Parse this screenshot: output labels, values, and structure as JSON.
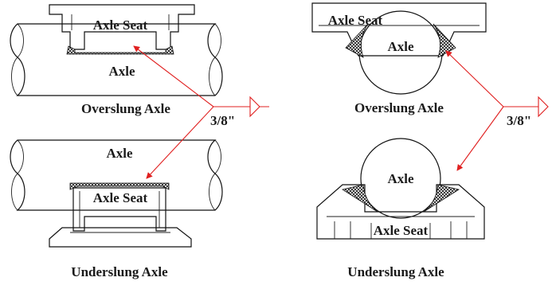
{
  "colors": {
    "reference_line": "#e02020",
    "outline": "#111111",
    "background": "#ffffff"
  },
  "left_panel": {
    "top": {
      "seat_label": "Axle Seat",
      "axle_label": "Axle",
      "caption": "Overslung Axle"
    },
    "bottom": {
      "axle_label": "Axle",
      "seat_label": "Axle Seat",
      "caption": "Underslung Axle"
    },
    "weld_size": "3/8\""
  },
  "right_panel": {
    "top": {
      "seat_label": "Axle Seat",
      "axle_label": "Axle",
      "caption": "Overslung Axle"
    },
    "bottom": {
      "axle_label": "Axle",
      "seat_label": "Axle Seat",
      "caption": "Underslung Axle"
    },
    "weld_size": "3/8\""
  }
}
